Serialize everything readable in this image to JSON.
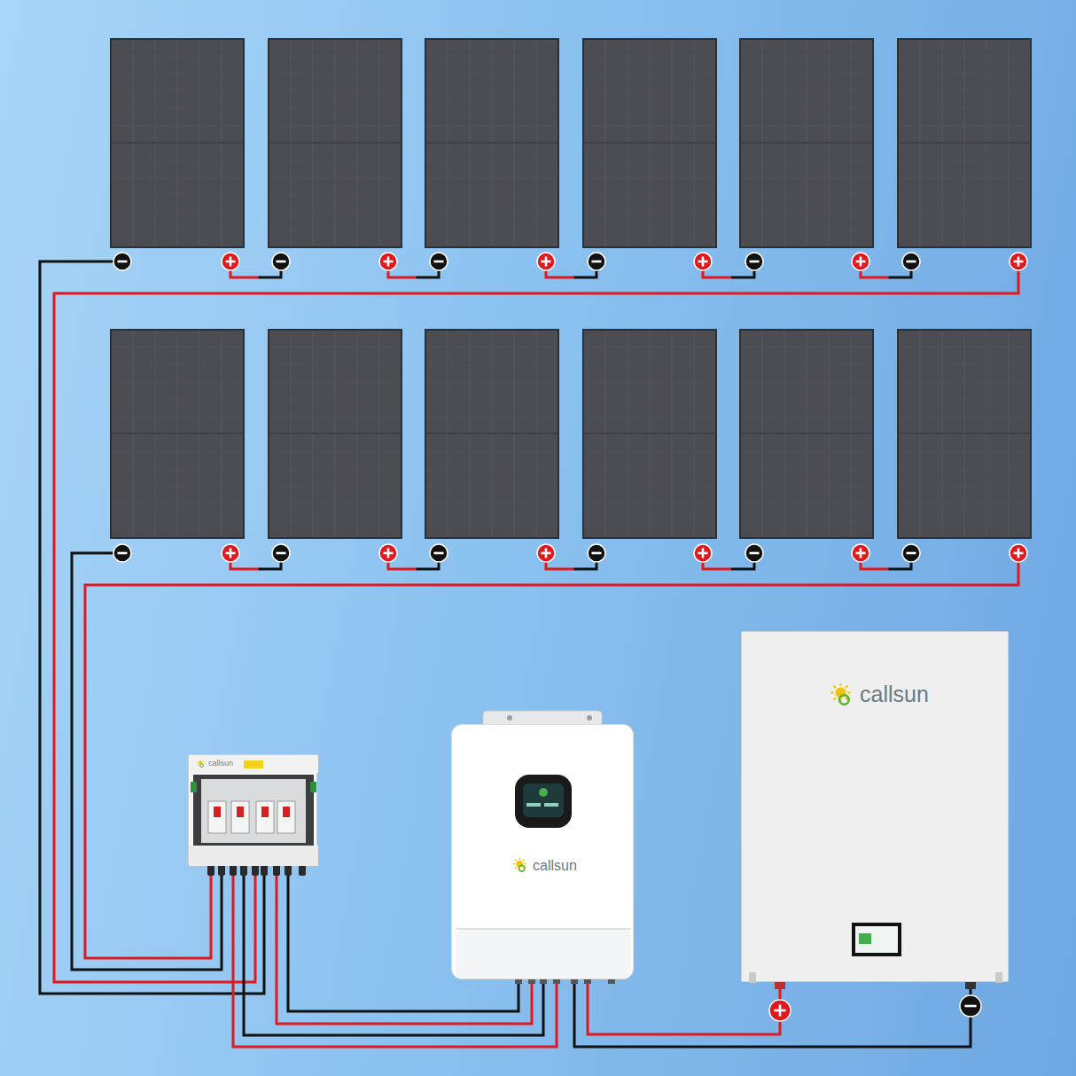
{
  "diagram": {
    "nodes": [
      {
        "text": [
          "callsun"
        ]
      },
      {
        "text": [
          "callsun"
        ]
      },
      {
        "text": [
          "callsun"
        ]
      }
    ],
    "edges": [
      {
        "from": 0,
        "to": 1,
        "arrow": "none"
      },
      {
        "from": 0,
        "to": 1,
        "arrow": "none"
      },
      {
        "from": 0,
        "to": 1,
        "arrow": "none"
      },
      {
        "from": 0,
        "to": 1,
        "arrow": "none"
      },
      {
        "from": 1,
        "to": 2,
        "arrow": "none"
      },
      {
        "from": 1,
        "to": 2,
        "arrow": "none"
      }
    ]
  }
}
